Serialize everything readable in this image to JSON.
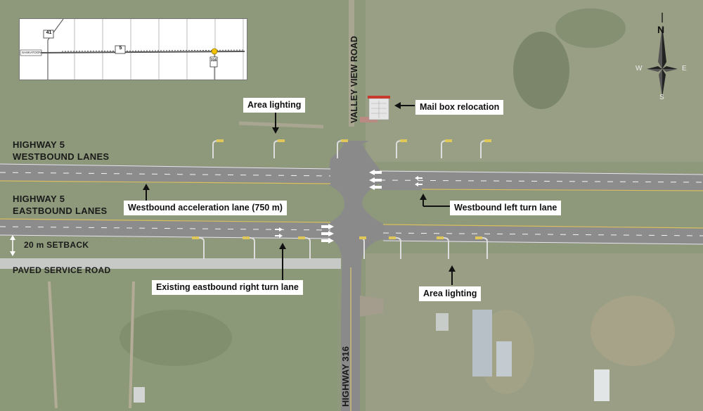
{
  "labels": {
    "hwy5_west_line1": "HIGHWAY 5",
    "hwy5_west_line2": "WESTBOUND LANES",
    "hwy5_east_line1": "HIGHWAY 5",
    "hwy5_east_line2": "EASTBOUND LANES",
    "setback": "20 m SETBACK",
    "service_road": "PAVED SERVICE ROAD",
    "valley_view": "VALLEY VIEW ROAD",
    "hwy316": "HIGHWAY 316"
  },
  "callouts": {
    "area_lighting_top": "Area lighting",
    "mailbox": "Mail box relocation",
    "wb_accel": "Westbound acceleration lane (750 m)",
    "wb_left": "Westbound left turn lane",
    "eb_right": "Existing eastbound right turn lane",
    "area_lighting_bottom": "Area lighting"
  },
  "inset": {
    "hwy41": "41",
    "hwy5": "5",
    "hwy316": "316",
    "town": "SASKATOON"
  },
  "compass": {
    "n": "N",
    "s": "S",
    "e": "E",
    "w": "W"
  },
  "colors": {
    "grass": "#8f9a7c",
    "road": "#8d8d8d",
    "marker": "#f2c200"
  }
}
